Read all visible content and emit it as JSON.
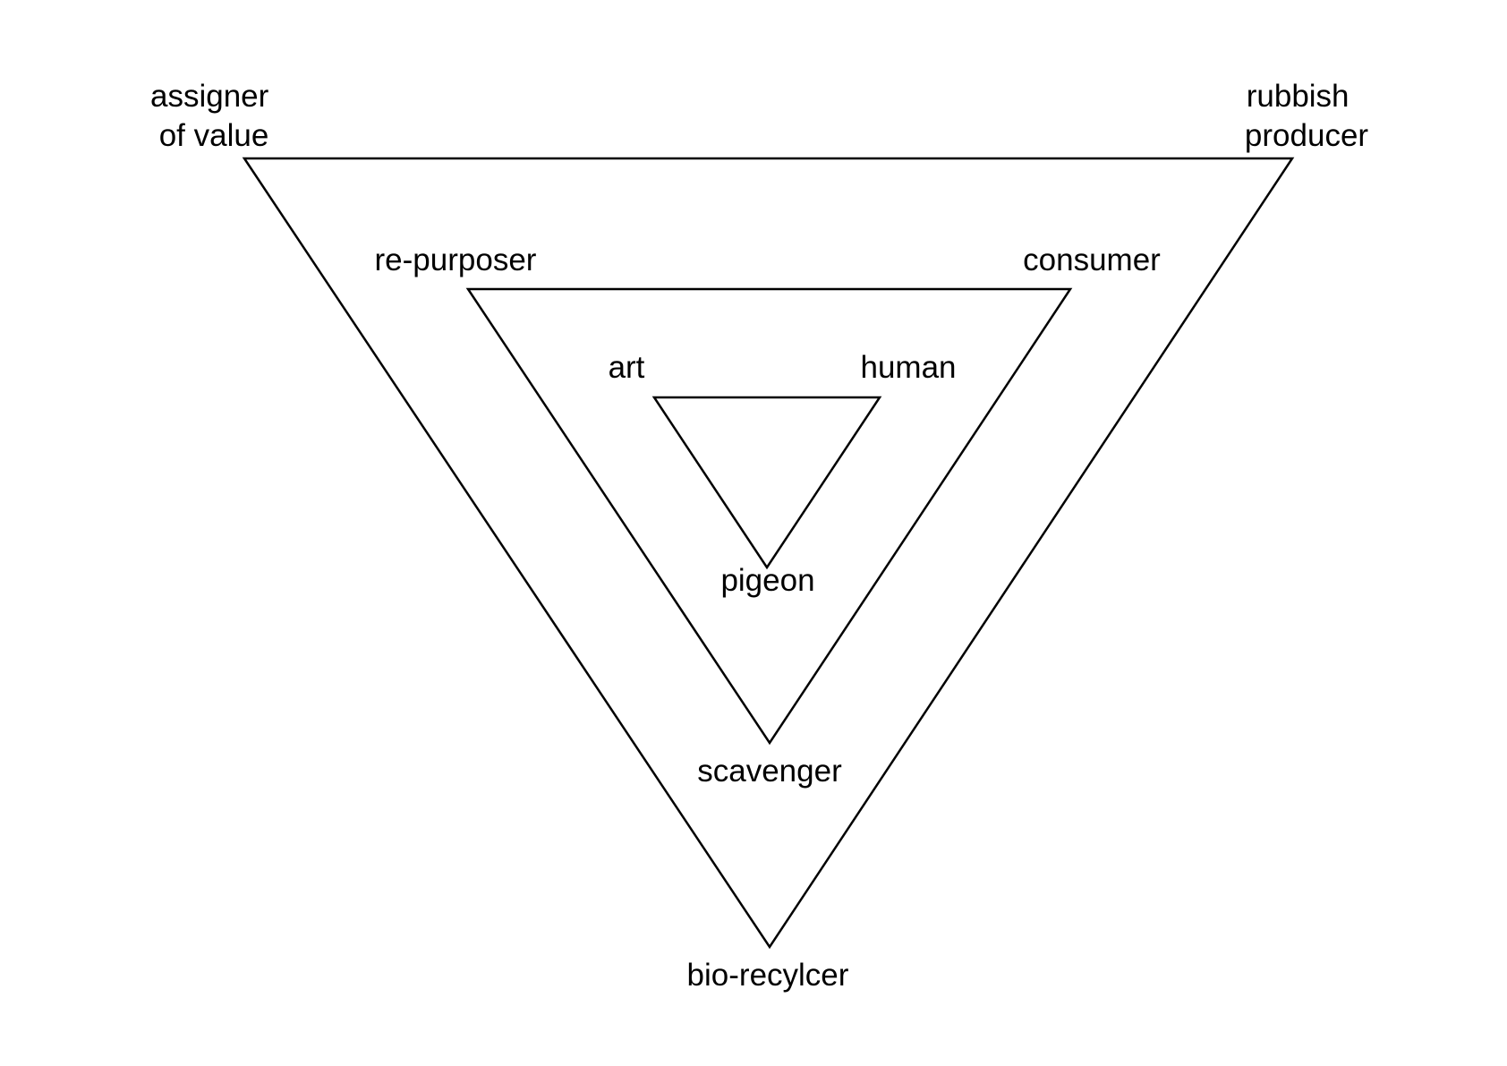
{
  "diagram": {
    "outer": {
      "top_left": [
        "assigner",
        "of value"
      ],
      "top_right": [
        "rubbish",
        "producer"
      ],
      "bottom": "bio-recylcer"
    },
    "middle": {
      "top_left": "re-purposer",
      "top_right": "consumer",
      "bottom": "scavenger"
    },
    "inner": {
      "top_left": "art",
      "top_right": "human",
      "bottom": "pigeon"
    },
    "colors": {
      "line": "#000000",
      "text": "#000000",
      "background": "#ffffff"
    }
  }
}
